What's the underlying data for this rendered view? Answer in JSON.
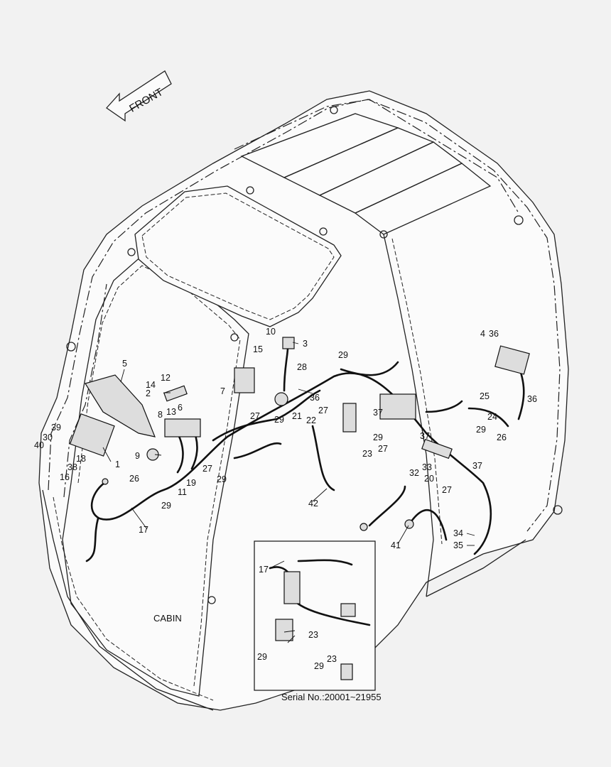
{
  "front_label": "FRONT",
  "cabin_label": "CABIN",
  "serial_label": "Serial No.:20001~21955",
  "callouts": [
    "1",
    "2",
    "3",
    "4",
    "5",
    "6",
    "7",
    "8",
    "9",
    "10",
    "11",
    "12",
    "13",
    "14",
    "15",
    "16",
    "17",
    "18",
    "19",
    "20",
    "21",
    "22",
    "23",
    "24",
    "25",
    "26",
    "27",
    "28",
    "29",
    "30",
    "31",
    "32",
    "33",
    "34",
    "35",
    "36",
    "37",
    "38",
    "39",
    "40",
    "41",
    "42"
  ]
}
